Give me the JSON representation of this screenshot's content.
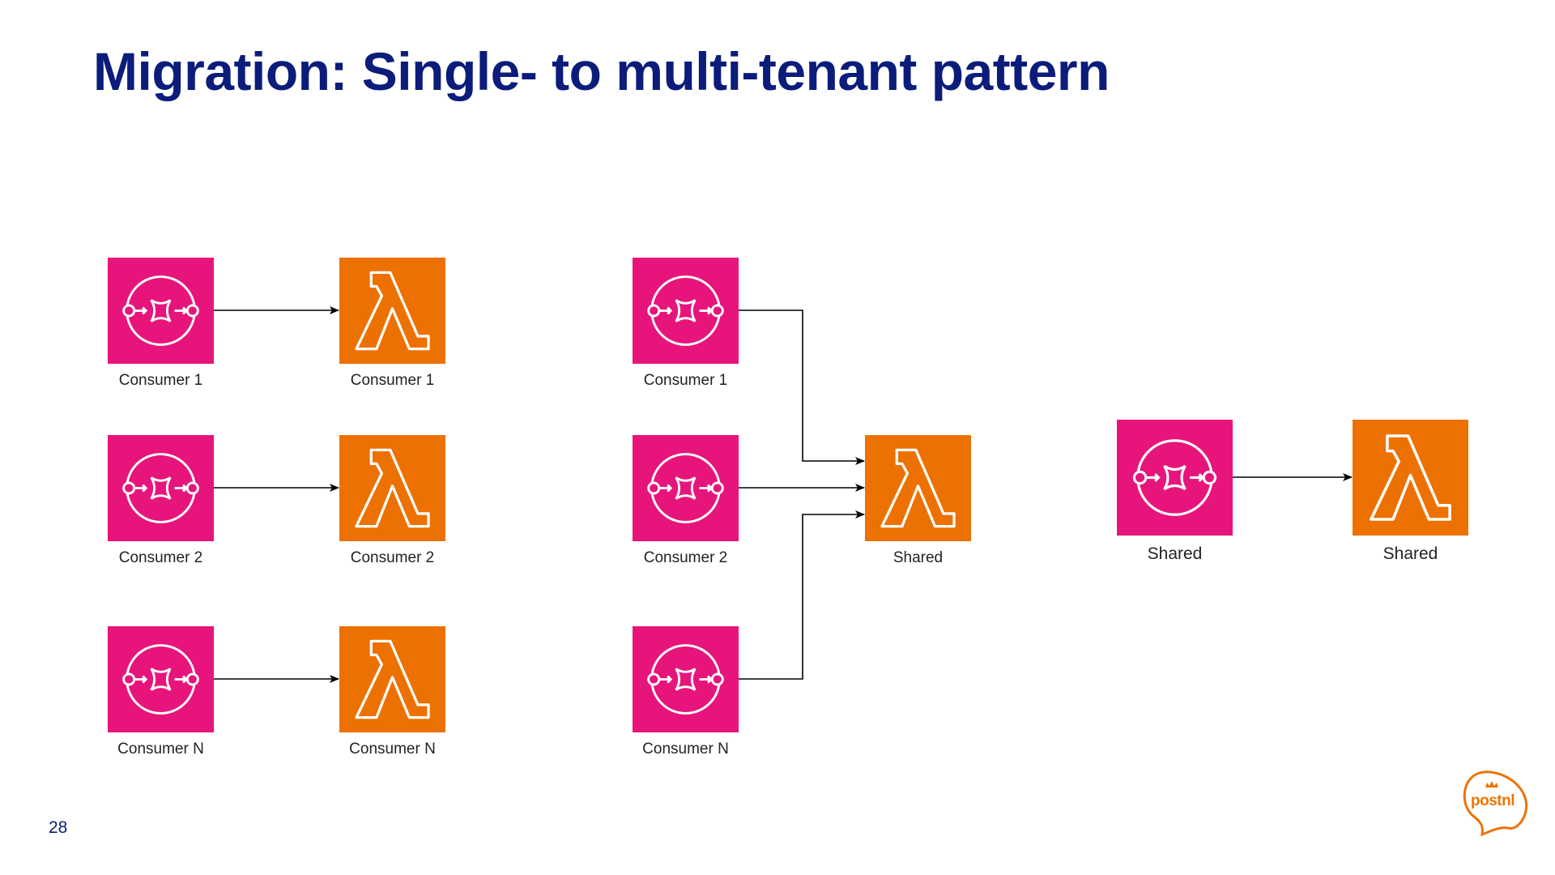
{
  "slide": {
    "title": "Migration: Single- to multi-tenant pattern",
    "page_number": "28",
    "brand": "postnl"
  },
  "colors": {
    "title": "#0b1c7a",
    "sqs_icon_bg": "#e7157b",
    "lambda_icon_bg": "#ed7100",
    "brand": "#ec7405"
  },
  "diagram": {
    "single_tenant": {
      "queues": [
        "Consumer 1",
        "Consumer 2",
        "Consumer N"
      ],
      "functions": [
        "Consumer 1",
        "Consumer 2",
        "Consumer N"
      ]
    },
    "migration": {
      "queues": [
        "Consumer 1",
        "Consumer 2",
        "Consumer N"
      ],
      "function": "Shared"
    },
    "multi_tenant": {
      "queue": "Shared",
      "function": "Shared"
    },
    "icons": {
      "queue": "sqs-queue-icon",
      "function": "lambda-icon"
    }
  }
}
